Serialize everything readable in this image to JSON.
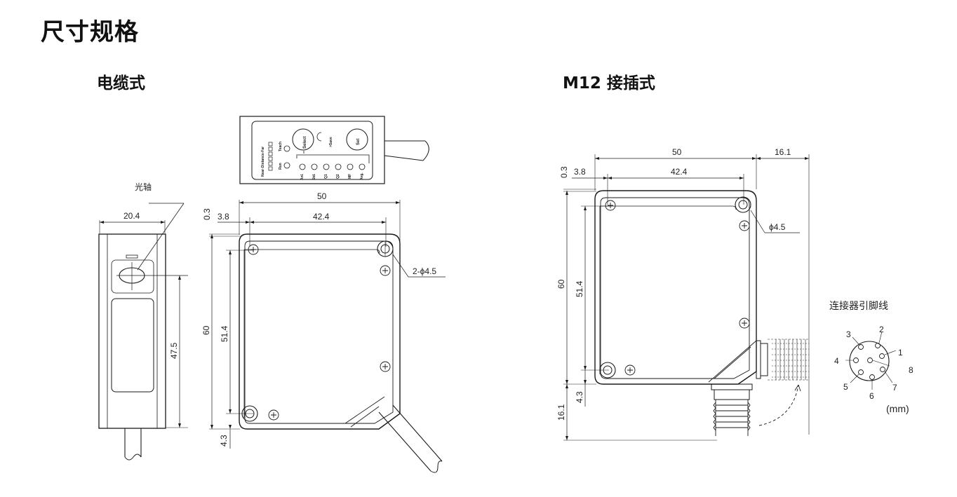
{
  "page": {
    "title": "尺寸规格"
  },
  "cable_type": {
    "title": "电缆式",
    "optical_axis_label": "光轴",
    "side_view": {
      "width": "20.4",
      "height": "47.5"
    },
    "front_view": {
      "width": "50",
      "hole_pitch": "42.4",
      "offset_x": "3.8",
      "offset_y": "0.3",
      "height": "60",
      "hole_pitch_v": "51.4",
      "bottom_offset": "4.3",
      "hole_label": "2-ϕ4.5"
    },
    "top_panel": {
      "scale_label": "Near-Distance-Far",
      "run_label": "Run",
      "teach_label": "Teach",
      "select_label": "Select",
      "set_label": "Set",
      "save_label": ">Save",
      "indicators": [
        "Anl.",
        "Std.",
        "Q1",
        "Q2",
        "MF",
        "Avg."
      ]
    }
  },
  "m12_type": {
    "title": "M12 接插式",
    "front_view": {
      "width": "50",
      "hole_pitch": "42.4",
      "offset_x": "3.8",
      "offset_y": "0.3",
      "connector_len": "16.1",
      "height": "60",
      "hole_pitch_v": "51.4",
      "bottom_offset": "4.3",
      "bottom_connector": "16.1",
      "hole_label": "ϕ4.5"
    },
    "connector_pins": {
      "title": "连接器引脚线",
      "pins": [
        "1",
        "2",
        "3",
        "4",
        "5",
        "6",
        "7",
        "8"
      ],
      "unit": "(mm)"
    }
  },
  "colors": {
    "line": "#1a1a1a",
    "housing_shade": "#444444"
  }
}
